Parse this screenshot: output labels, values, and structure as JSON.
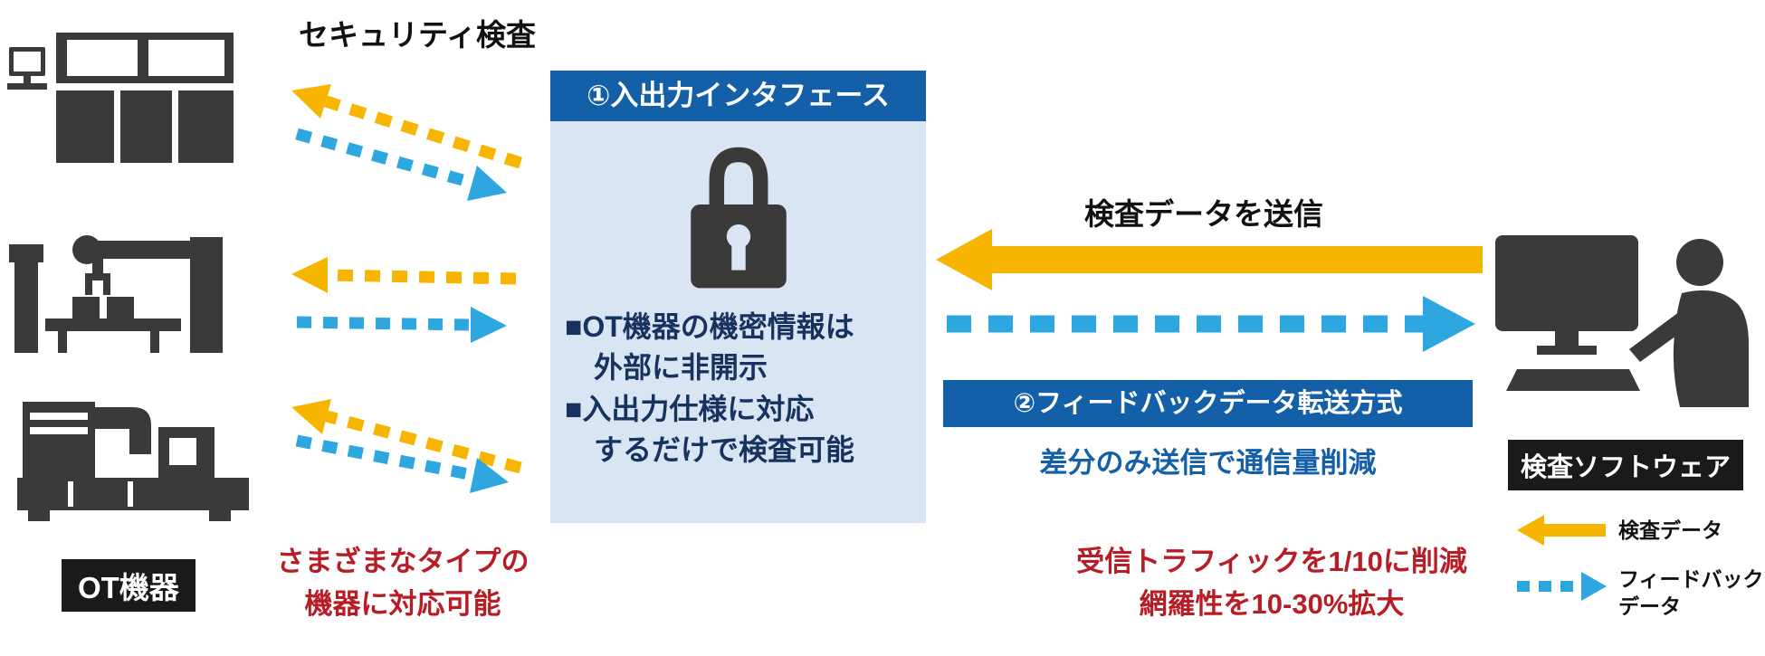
{
  "title": "セキュリティ検査",
  "ot": {
    "label": "OT機器",
    "note": "さまざまなタイプの\n機器に対応可能"
  },
  "interface_box": {
    "header": "①入出力インタフェース",
    "body": "■OT機器の機密情報は\n　外部に非開示\n■入出力仕様に対応\n　するだけで検査可能"
  },
  "send_data_label": "検査データを送信",
  "feedback_box": {
    "header": "②フィードバックデータ転送方式",
    "body": "差分のみ送信で通信量削減"
  },
  "software": {
    "label": "検査ソフトウェア",
    "note": "受信トラフィックを1/10に削減\n網羅性を10-30%拡大"
  },
  "legend": {
    "inspection": "検査データ",
    "feedback": "フィードバック\nデータ"
  },
  "colors": {
    "inspection_arrow_yellow": "#F7B500",
    "feedback_arrow_blue": "#2EA7E0",
    "box_header_blue": "#1460A8",
    "box_body_light_blue": "#D9E5F2",
    "note_red": "#B81C25",
    "icon_gray": "#3A3A3A",
    "label_black": "#1A1A1A"
  }
}
